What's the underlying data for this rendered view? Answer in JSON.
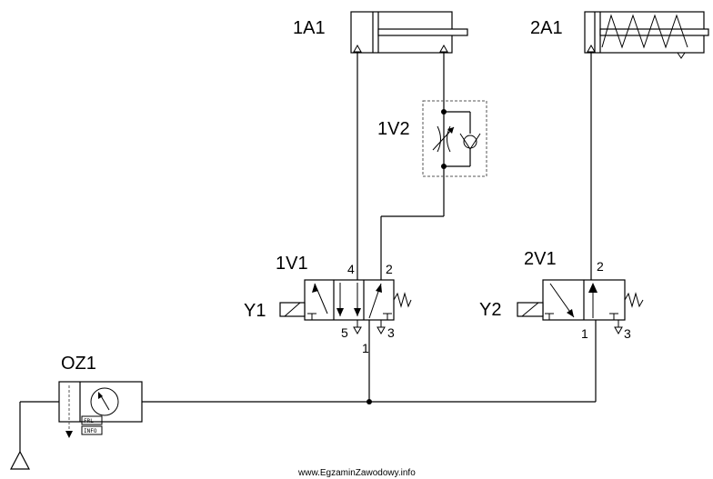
{
  "components": {
    "cyl1": "1A1",
    "cyl2": "2A1",
    "flow_valve": "1V2",
    "valve1": "1V1",
    "valve2": "2V1",
    "solenoid1": "Y1",
    "solenoid2": "Y2",
    "service_unit": "OZ1"
  },
  "ports": {
    "v1_a": "4",
    "v1_b": "2",
    "v1_exh1": "5",
    "v1_exh2": "3",
    "v1_supply": "1",
    "v2_out": "2",
    "v2_supply": "1",
    "v2_exh": "3"
  },
  "service_unit_tags": [
    "FRL",
    "INFO"
  ],
  "watermark": "www.EgzaminZawodowy.info"
}
